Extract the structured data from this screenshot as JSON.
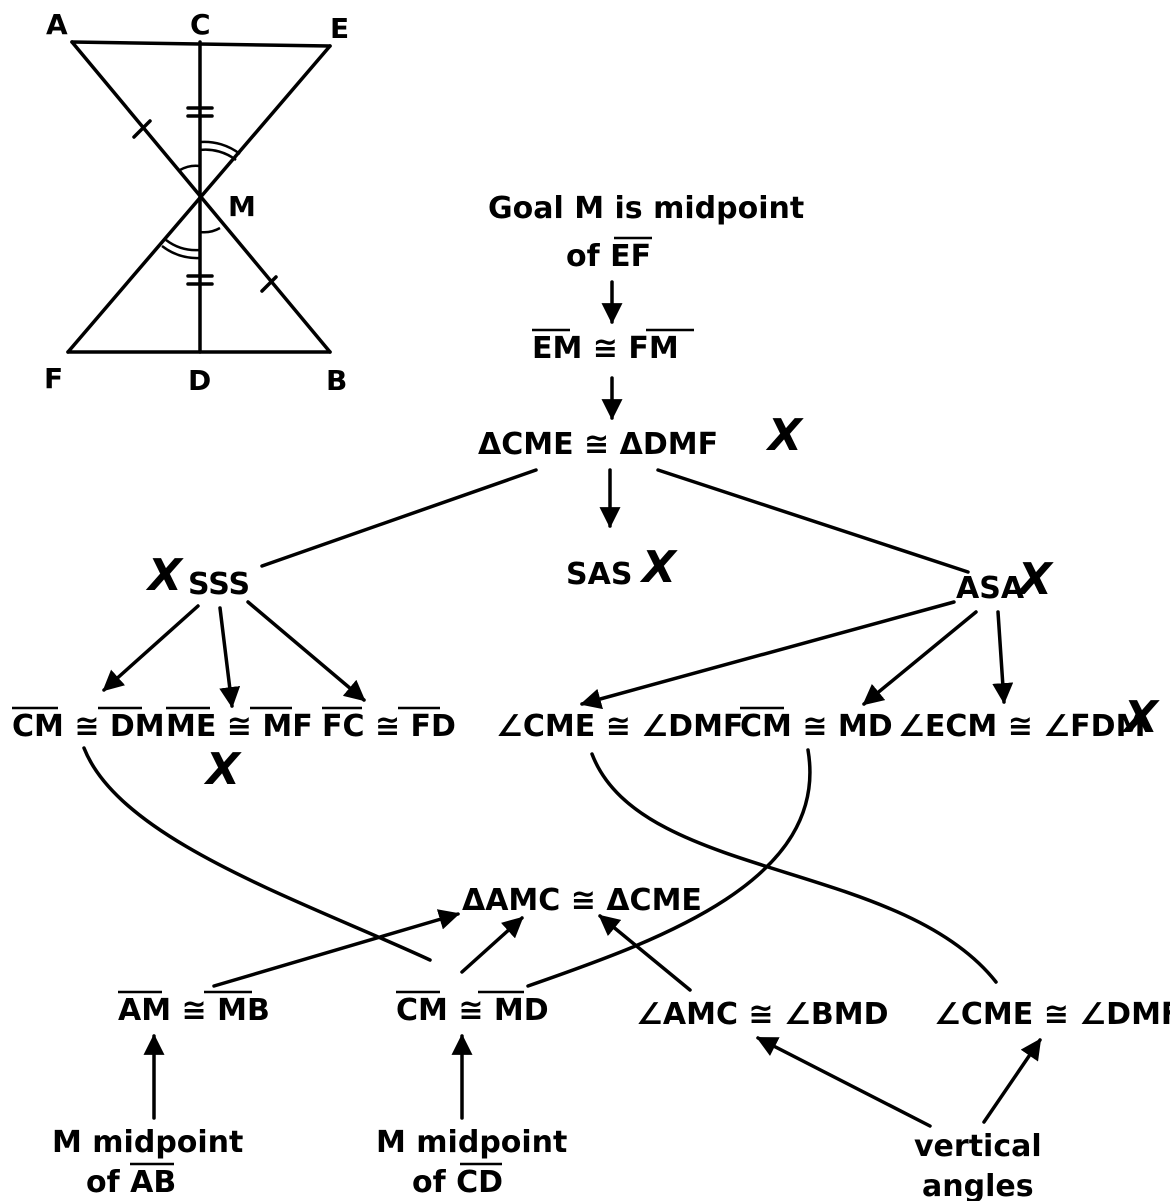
{
  "figure": {
    "points": {
      "A": "A",
      "C": "C",
      "E": "E",
      "M": "M",
      "F": "F",
      "D": "D",
      "B": "B"
    }
  },
  "tree": {
    "goal_line1": "Goal M is midpoint",
    "goal_line2": "of EF",
    "em_fm": "EM ≅ FM",
    "tri_cme_dmf": "ΔCME ≅ ΔDMF",
    "sss": "SSS",
    "sas": "SAS",
    "asa": "ASA",
    "cm_dm": "CM ≅ DM",
    "me_mf": "ME ≅ MF",
    "fc_fd": "FC ≅ FD",
    "ang_cme_dmf_top": "∠CME ≅ ∠DMF",
    "cm_md_top": "CM ≅ MD",
    "ang_ecm_fdm": "∠ECM ≅ ∠FDM",
    "tri_amc_cme": "ΔAMC ≅ ΔCME",
    "am_mb": "AM ≅ MB",
    "cm_md_bottom": "CM ≅ MD",
    "ang_amc_bmd": "∠AMC ≅ ∠BMD",
    "ang_cme_dmf_bottom": "∠CME ≅ ∠DMF",
    "mid_ab_line1": "M midpoint",
    "mid_ab_line2": "of AB",
    "mid_cd_line1": "M midpoint",
    "mid_cd_line2": "of CD",
    "vert_line1": "vertical",
    "vert_line2": "angles",
    "fail_mark": "X"
  }
}
